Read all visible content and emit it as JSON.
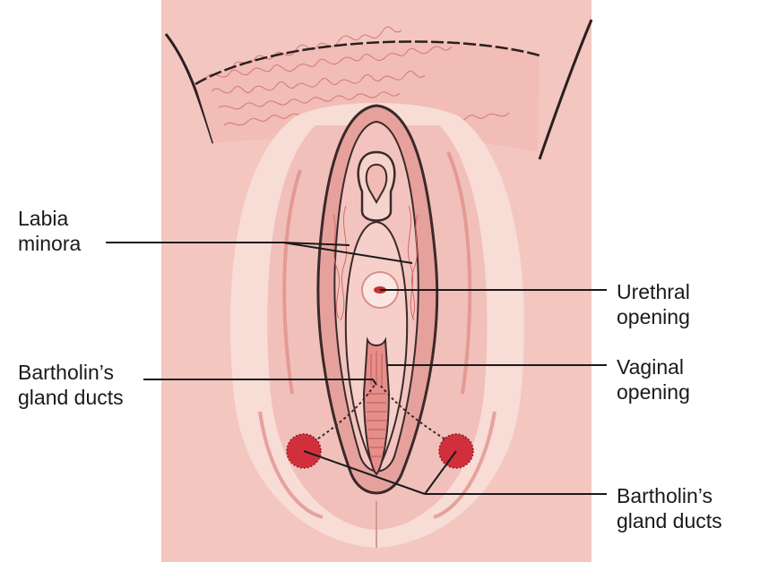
{
  "labels": {
    "labia_minora": {
      "line1": "Labia",
      "line2": "minora"
    },
    "urethral_opening": {
      "line1": "Urethral",
      "line2": "opening"
    },
    "vaginal_opening": {
      "line1": "Vaginal",
      "line2": "opening"
    },
    "bartholins_ducts_left": {
      "line1": "Bartholin’s",
      "line2": "gland ducts"
    },
    "bartholins_ducts_right": {
      "line1": "Bartholin’s",
      "line2": "gland ducts"
    }
  },
  "colors": {
    "skin": "#f3c6c0",
    "skin_light": "#f8dcd6",
    "labia": "#eaa8a4",
    "labia_inner": "#e49592",
    "vestibule": "#f6cfca",
    "outline": "#3a2a2a",
    "hair": "#c9605c",
    "gland": "#d22f3d",
    "leader": "#1a1a1a"
  }
}
